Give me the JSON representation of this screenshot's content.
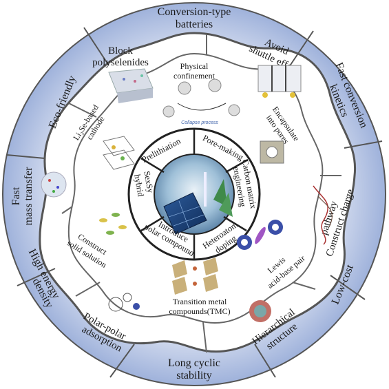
{
  "outer_ring": {
    "top": "Conversion-type",
    "top2": "batteries",
    "eco": "Eco-friendly",
    "fast_conv": "Fast conversion",
    "fast_conv2": "kinetics",
    "fast_mass": "Fast",
    "fast_mass2": "mass transfer",
    "high_energy": "High energy",
    "high_energy2": "density",
    "low_cost": "Low-cost",
    "long_cyclic": "Long cyclic",
    "long_cyclic2": "stability"
  },
  "middle_ring": {
    "block": "Block",
    "block2": "polyselenides",
    "avoid": "Avoid",
    "avoid2": "shuttle effect",
    "construct_charge": "Construct charge",
    "construct_charge2": "pathway",
    "hierarchical": "Hierarchical",
    "hierarchical2": "structure",
    "polar": "Polar-polar",
    "polar2": "adsorption"
  },
  "inner_ring": {
    "physical": "Physical",
    "physical2": "confinement",
    "collapse": "Collapse process",
    "encapsulate": "Encapsulate",
    "encapsulate2": "into pores",
    "lewis": "Lewis",
    "lewis2": "acid-base pair",
    "tmc": "Transition metal",
    "tmc2": "compounds(TMC)",
    "solid": "Construct",
    "solid2": "solid solution",
    "li2se": "Li₂Se-based",
    "li2se2": "cathode"
  },
  "core_segments": {
    "prelithiation": "Prelithiation",
    "pore_making": "Pore-making",
    "carbon": "Carbon matrix",
    "carbon2": "engineering",
    "hetero": "Heteroatom",
    "hetero2": "doping",
    "polar": "Introduce",
    "polar2": "polar compound",
    "sesy": "SexSy",
    "sesy2": "hybrid"
  },
  "colors": {
    "outer_fill": "#c9d3ea",
    "outer_stroke": "#4a4a4a",
    "middle_fill": "#f4f6fb",
    "accent_blue": "#6d86c4"
  }
}
